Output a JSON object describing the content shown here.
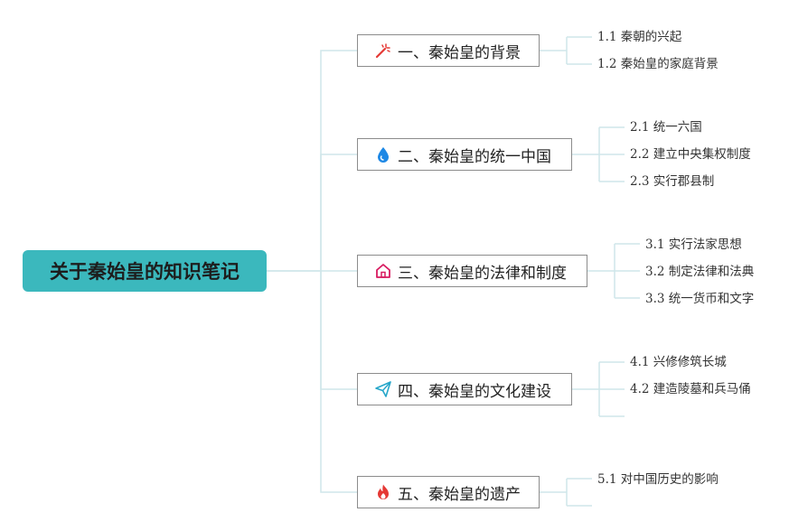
{
  "root": {
    "title": "关于秦始皇的知识笔记"
  },
  "branches": [
    {
      "label": "一、秦始皇的背景",
      "icon": "magic-wand-icon",
      "children": [
        "1.1 秦朝的兴起",
        "1.2 秦始皇的家庭背景"
      ]
    },
    {
      "label": "二、秦始皇的统一中国",
      "icon": "water-drop-icon",
      "children": [
        "2.1 统一六国",
        "2.2 建立中央集权制度",
        "2.3 实行郡县制"
      ]
    },
    {
      "label": "三、秦始皇的法律和制度",
      "icon": "home-icon",
      "children": [
        "3.1 实行法家思想",
        "3.2 制定法律和法典",
        "3.3 统一货币和文字"
      ]
    },
    {
      "label": "四、秦始皇的文化建设",
      "icon": "paper-plane-icon",
      "children": [
        "4.1 兴修修筑长城",
        "4.2 建造陵墓和兵马俑"
      ]
    },
    {
      "label": "五、秦始皇的遗产",
      "icon": "flame-icon",
      "children": [
        "5.1 对中国历史的影响"
      ]
    }
  ],
  "colors": {
    "root_fill": "#3bb8bd",
    "connector": "#cfe6ea",
    "branch_border": "#8c8c8c",
    "icon_red": "#e53935",
    "icon_blue": "#1e88e5",
    "icon_pink": "#d81b60",
    "icon_teal": "#26a6c9"
  }
}
